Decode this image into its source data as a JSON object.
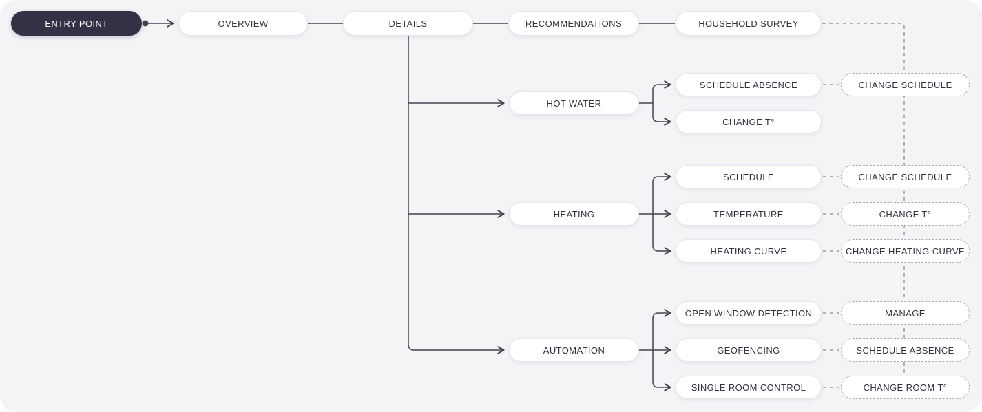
{
  "diagram": {
    "type": "user-flow-flowchart",
    "colors": {
      "canvas_background": "#f4f3f6",
      "solid_line": "#45424e",
      "dashed_line": "#9b98a3",
      "entry_pill_background": "#343046",
      "entry_pill_text": "#ffffff",
      "pill_background": "#ffffff",
      "pill_border": "#e7e5ec",
      "dashed_pill_border": "#aaa7b3",
      "pill_text": "#35313f"
    }
  },
  "nodes": {
    "entry_point": {
      "label": "ENTRY POINT"
    },
    "overview": {
      "label": "OVERVIEW"
    },
    "details": {
      "label": "DETAILS"
    },
    "recommendations": {
      "label": "RECOMMENDATIONS"
    },
    "household_survey": {
      "label": "HOUSEHOLD SURVEY"
    },
    "hot_water": {
      "label": "HOT WATER"
    },
    "heating": {
      "label": "HEATING"
    },
    "automation": {
      "label": "AUTOMATION"
    },
    "schedule_absence": {
      "label": "SCHEDULE ABSENCE"
    },
    "change_t": {
      "label": "CHANGE T°"
    },
    "schedule": {
      "label": "SCHEDULE"
    },
    "temperature": {
      "label": "TEMPERATURE"
    },
    "heating_curve": {
      "label": "HEATING CURVE"
    },
    "open_window_detection": {
      "label": "OPEN WINDOW DETECTION"
    },
    "geofencing": {
      "label": "GEOFENCING"
    },
    "single_room_control": {
      "label": "SINGLE ROOM CONTROL"
    },
    "change_schedule_hot_water": {
      "label": "CHANGE SCHEDULE"
    },
    "change_schedule_heating": {
      "label": "CHANGE SCHEDULE"
    },
    "change_t_heating": {
      "label": "CHANGE T°"
    },
    "change_heating_curve": {
      "label": "CHANGE HEATING CURVE"
    },
    "manage": {
      "label": "MANAGE"
    },
    "schedule_absence_automation": {
      "label": "SCHEDULE ABSENCE"
    },
    "change_room_t": {
      "label": "CHANGE ROOM T°"
    }
  }
}
